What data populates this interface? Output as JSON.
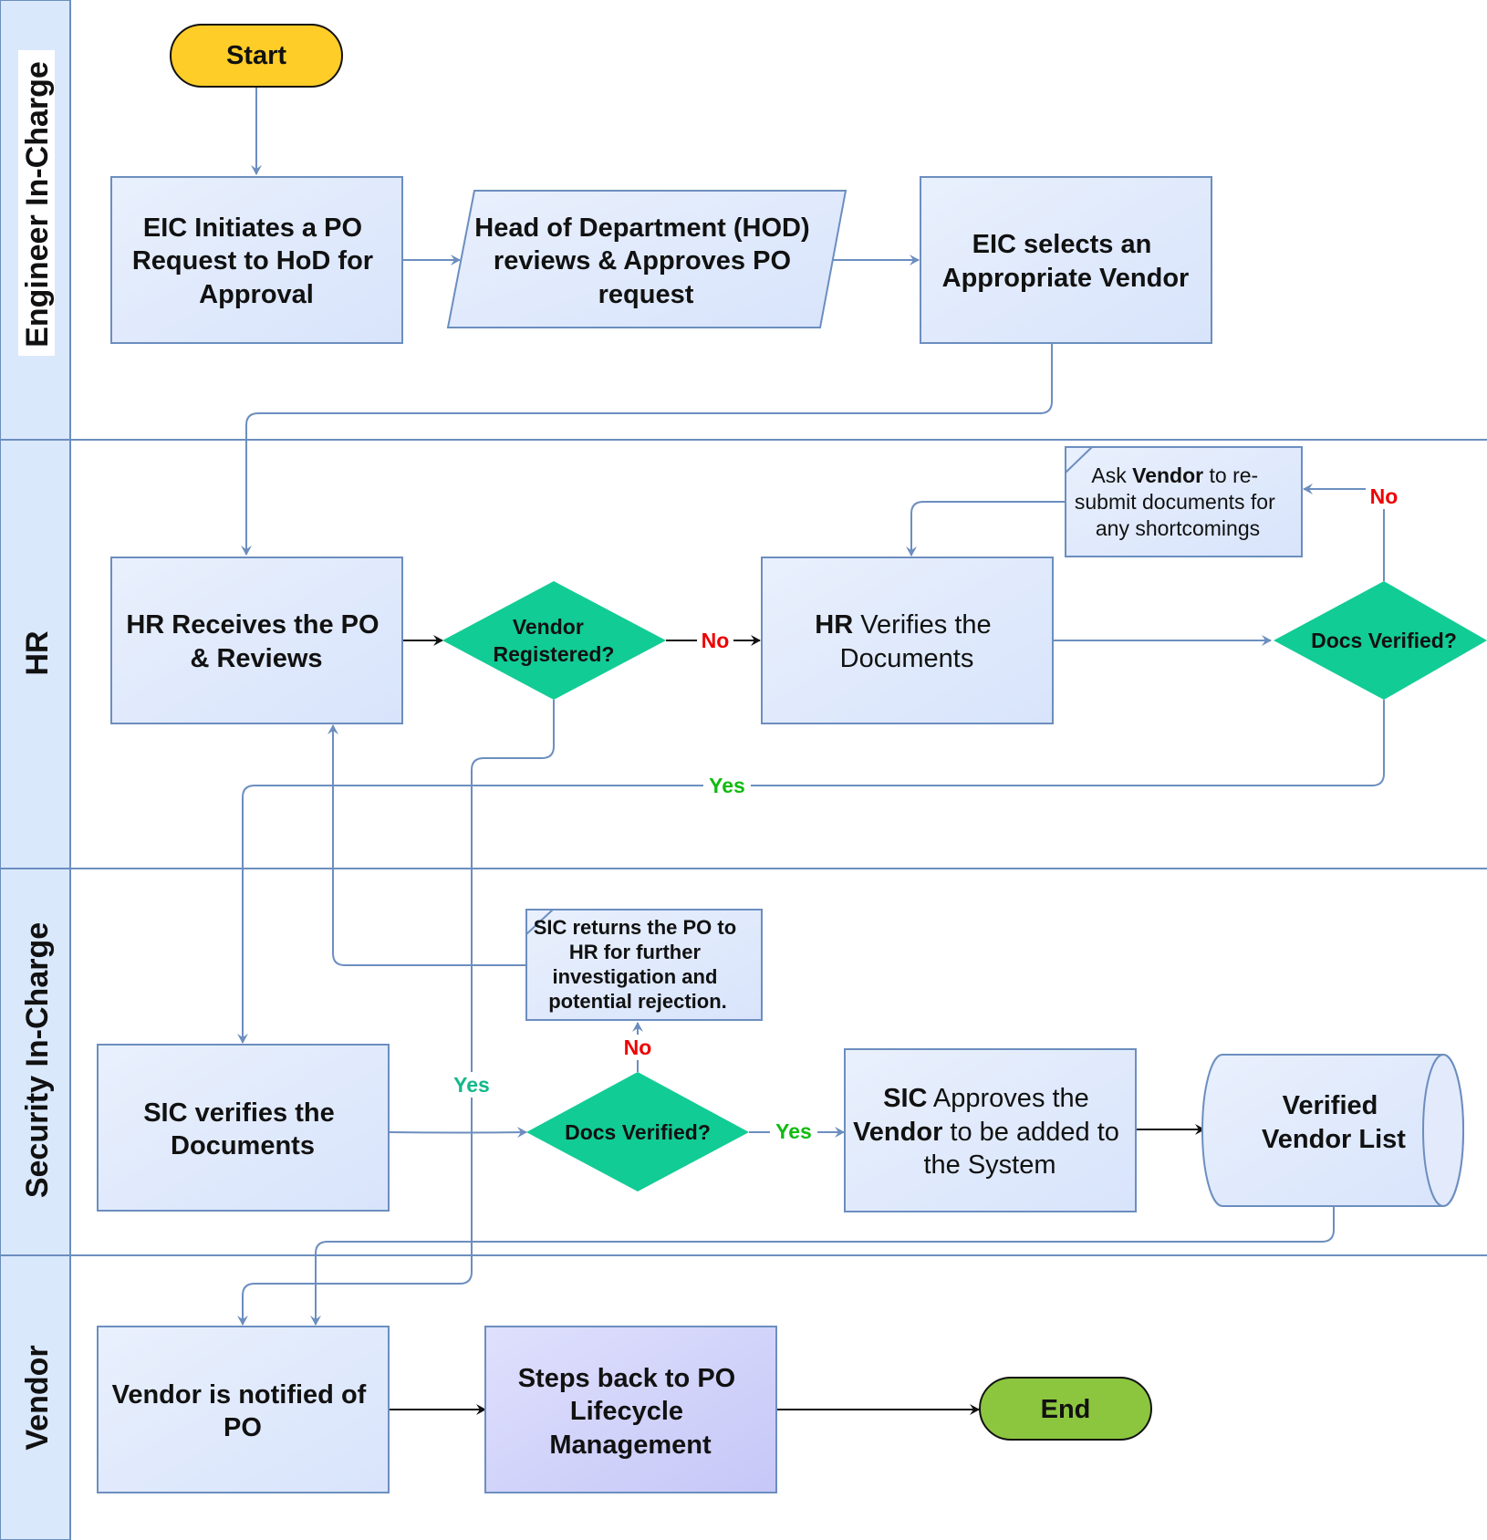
{
  "lanes": {
    "engineer": "Engineer In-Charge",
    "hr": "HR",
    "security": "Security In-Charge",
    "vendor": "Vendor"
  },
  "nodes": {
    "start": "Start",
    "eic_initiates": [
      "EIC Initiates a PO",
      "Request to HoD for",
      "Approval"
    ],
    "hod_reviews": [
      "Head of Department (HOD)",
      "reviews & Approves PO",
      "request"
    ],
    "eic_selects": [
      "EIC selects an",
      "Appropriate Vendor"
    ],
    "ask_vendor": {
      "line1_pre": "Ask ",
      "line1_bold": "Vendor",
      "line1_post": " to re-",
      "line2": "submit documents for",
      "line3": "any shortcomings"
    },
    "hr_receives": [
      "HR Receives the PO",
      "& Reviews"
    ],
    "vendor_registered": [
      "Vendor",
      "Registered?"
    ],
    "hr_verifies": {
      "line1_bold": "HR",
      "line1_post": " Verifies the",
      "line2": "Documents"
    },
    "hr_docs_verified": "Docs Verified?",
    "sic_returns": [
      "SIC returns the PO to",
      "HR for further",
      "investigation and",
      "potential rejection."
    ],
    "sic_verifies": [
      "SIC verifies the",
      "Documents"
    ],
    "sic_docs_verified": "Docs Verified?",
    "sic_approves": {
      "line1_bold": "SIC",
      "line1_post": " Approves the",
      "line2_bold": "Vendor",
      "line2_post": " to be added to",
      "line3": "the System"
    },
    "verified_list": [
      "Verified",
      "Vendor List"
    ],
    "vendor_notified": [
      "Vendor is notified of",
      "PO"
    ],
    "steps_back": [
      "Steps back to PO",
      "Lifecycle",
      "Management"
    ],
    "end": "End"
  },
  "edge_labels": {
    "no_registered": "No",
    "no_hr_docs": "No",
    "yes_hr_docs": "Yes",
    "yes_registered": "Yes",
    "no_sic_docs": "No",
    "yes_sic_docs": "Yes"
  },
  "colors": {
    "lane_border": "#6c8ebf",
    "lane_header": "#dae8fc",
    "box_fill": "#dae8fc",
    "box_stroke": "#6c8ebf",
    "start_fill": "#ffcd28",
    "end_fill": "#8cc63f",
    "decision_fill": "#12cc95",
    "purple_fill": "#cccdfa",
    "no_color": "#ee0000",
    "yes_color": "#11bb11",
    "yes_teal": "#14b88a"
  }
}
